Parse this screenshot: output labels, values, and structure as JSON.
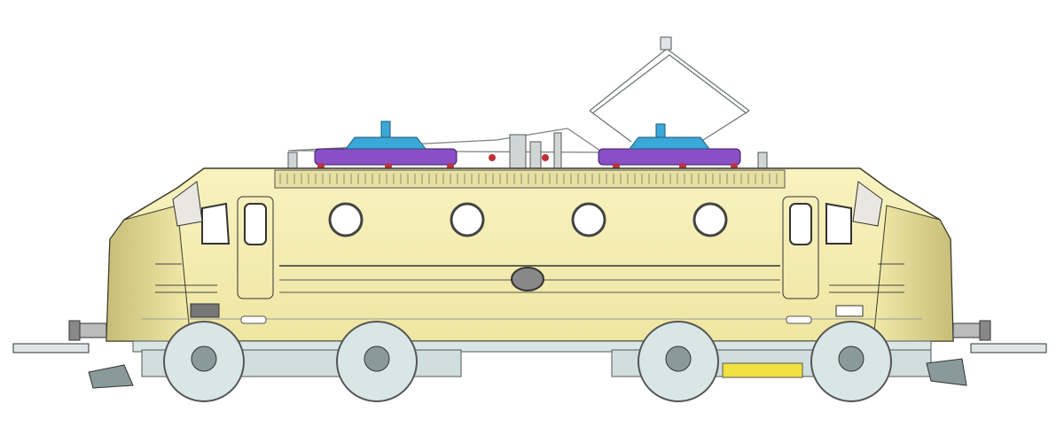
{
  "scene": {
    "subject": "electric-locomotive",
    "colors": {
      "body": "#f6f0b4",
      "body_shade": "#d9cf8a",
      "outline": "#3a3a2a",
      "bogie": "#d8e6e6",
      "bogie_dark": "#8a9a9a",
      "pantograph_base": "#8a4fc6",
      "pantograph_head": "#3aa8d8",
      "insulator_red": "#c0303a",
      "accent_yellow": "#f0e040",
      "window": "#ffffff",
      "porthole_frame": "#555555"
    },
    "portholes": 4,
    "wheels": 4
  }
}
